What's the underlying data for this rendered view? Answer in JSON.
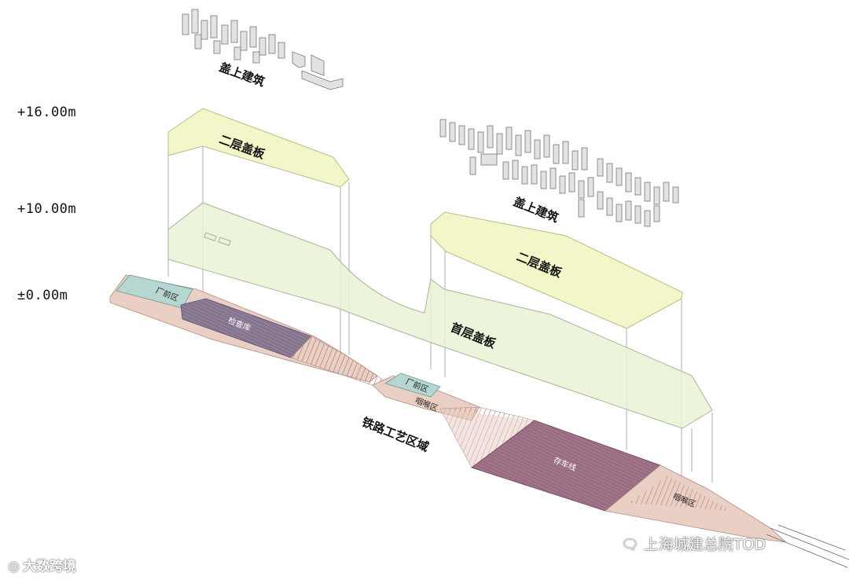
{
  "elevations": [
    "+16.00m",
    "+10.00m",
    "±0.00m"
  ],
  "labels": {
    "upper_buildings_left": "盖上建筑",
    "upper_buildings_right": "盖上建筑",
    "second_slab_left": "二层盖板",
    "second_slab_right": "二层盖板",
    "first_slab": "首层盖板",
    "railway_area": "铁路工艺区域"
  },
  "zone_labels": {
    "factory_left": "厂前区",
    "inspection": "检查库",
    "factory_mid": "厂前区",
    "throat_mid": "咽喉区",
    "storage": "存车线",
    "throat_right": "咽喉区"
  },
  "watermarks": {
    "wechat": "上海城建总院TOD",
    "logo": "大数跨境"
  },
  "colors": {
    "second_slab": "#f3f6c8",
    "first_slab": "#e9f2d6",
    "inspection_shed": "#8e7d96",
    "storage_yard": "#a07488",
    "track_fan": "#e9cfc4",
    "track_lines": "#9b5b4e",
    "building": "#dcdcdc"
  }
}
